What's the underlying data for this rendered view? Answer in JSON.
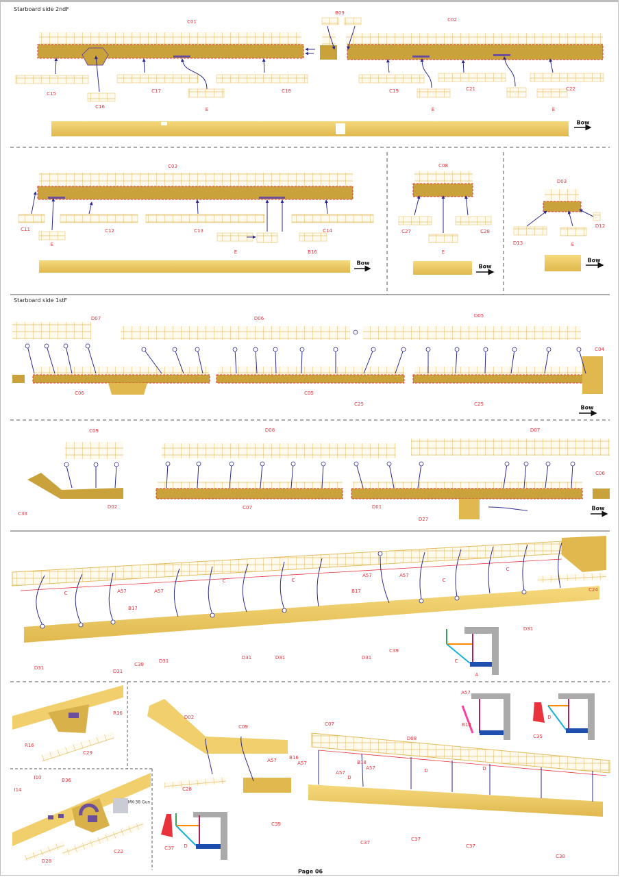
{
  "sections": {
    "s2ndF": "Starboard side 2ndF",
    "s1stF": "Starboard side 1stF"
  },
  "bow": "Bow",
  "gun": "MK-38 Gun",
  "page": "Page 06",
  "colors": {
    "deck": "#c9a23c",
    "rail": "#e7c766",
    "label": "#e8323c",
    "arrow": "#2b2a8f",
    "part": "#6b4f9a"
  },
  "labels": {
    "s1": [
      "C01",
      "B09",
      "C02",
      "C15",
      "C16",
      "C17",
      "E",
      "C18",
      "C19",
      "E",
      "C21",
      "C22",
      "E"
    ],
    "s2": [
      "C03",
      "C11",
      "E",
      "C12",
      "C13",
      "E",
      "B16",
      "C14",
      "C08",
      "C27",
      "C28",
      "E",
      "D03",
      "D12",
      "D13",
      "E"
    ],
    "s3": [
      "D07",
      "D06",
      "D05",
      "C04",
      "C06",
      "C05",
      "C25",
      "C25"
    ],
    "s4": [
      "C09",
      "D08",
      "D07",
      "C06",
      "C33",
      "D02",
      "C07",
      "D01",
      "D27"
    ],
    "s5": [
      "C24",
      "A57",
      "B17",
      "A57",
      "C",
      "C",
      "C",
      "A57",
      "B17",
      "A57",
      "C",
      "C",
      "D31",
      "D31",
      "C39",
      "D31",
      "D31",
      "D31",
      "D31",
      "C39",
      "D31",
      "C",
      "A"
    ],
    "s6": [
      "R16",
      "R16",
      "C29",
      "D02",
      "C09",
      "A57",
      "B16",
      "A57",
      "C28",
      "C39",
      "C07",
      "D08",
      "D",
      "A57",
      "B18",
      "A57",
      "D",
      "D",
      "C37",
      "C37",
      "C37",
      "C38",
      "A57",
      "B18",
      "C35",
      "D",
      "I14",
      "I10",
      "B36",
      "D28",
      "C22",
      "C37",
      "D"
    ]
  }
}
